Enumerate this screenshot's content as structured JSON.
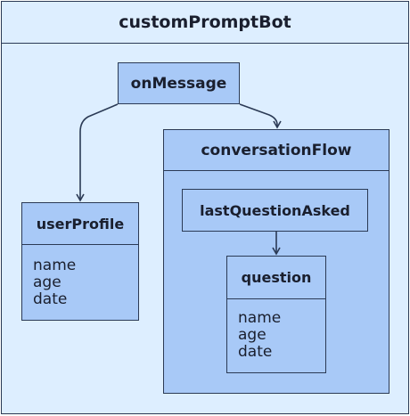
{
  "diagram": {
    "title": "customPromptBot",
    "nodes": {
      "on_message": "onMessage",
      "conversation_flow": "conversationFlow",
      "user_profile": {
        "name": "userProfile",
        "fields": [
          "name",
          "age",
          "date"
        ]
      },
      "last_question_asked": "lastQuestionAsked",
      "question": {
        "name": "question",
        "fields": [
          "name",
          "age",
          "date"
        ]
      }
    },
    "edges": [
      {
        "from": "onMessage",
        "to": "userProfile"
      },
      {
        "from": "onMessage",
        "to": "conversationFlow"
      },
      {
        "from": "lastQuestionAsked",
        "to": "question"
      }
    ],
    "colors": {
      "background": "#ddeeff",
      "node_fill": "#a8c9f7",
      "border": "#2b3a55"
    }
  }
}
